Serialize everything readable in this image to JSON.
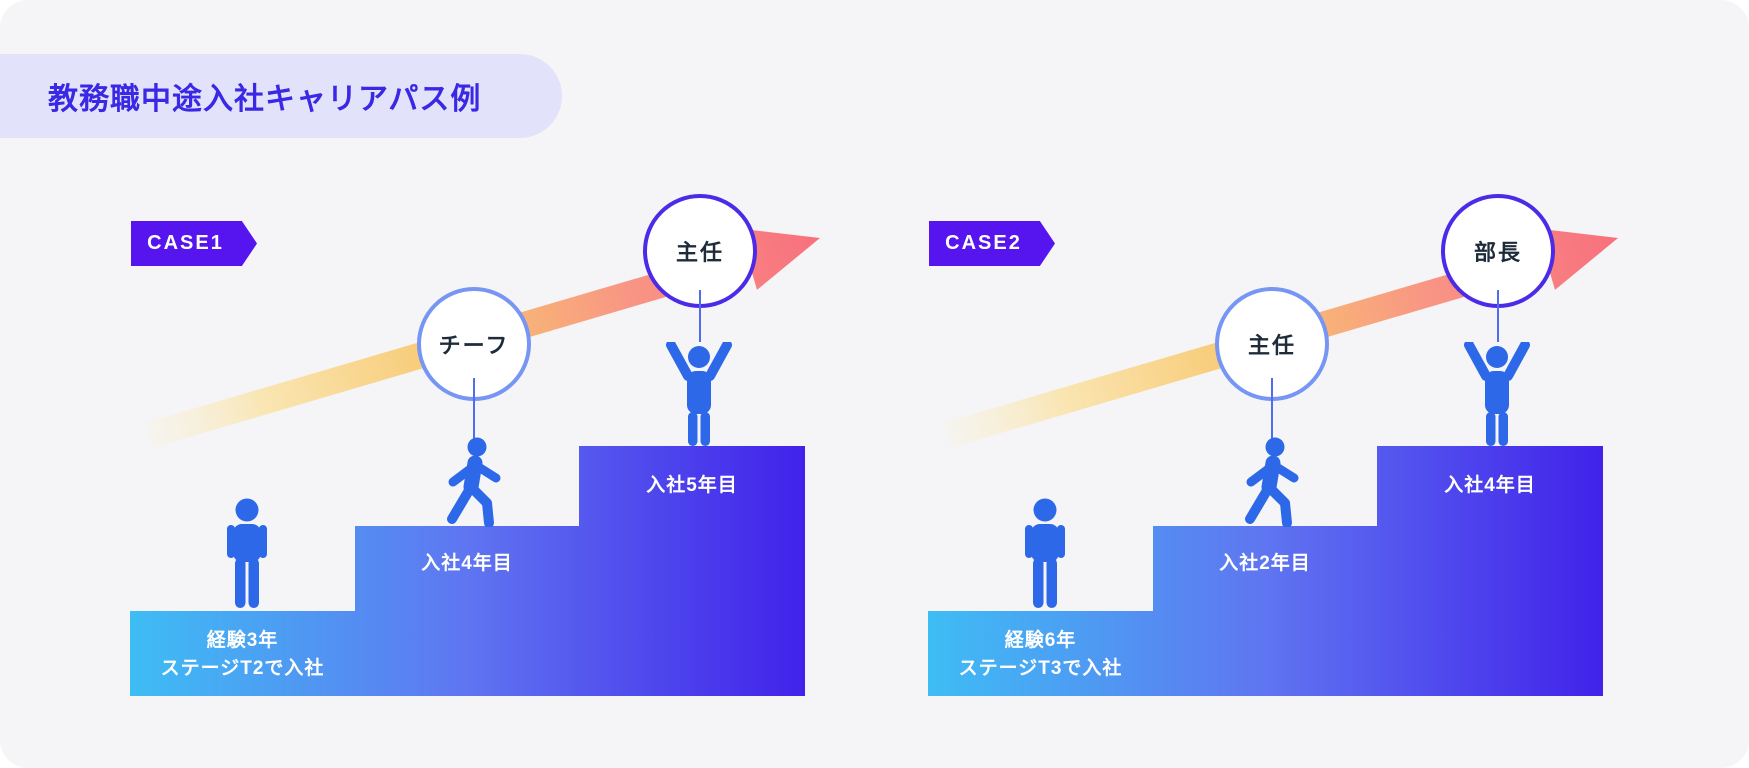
{
  "header": {
    "title": "教務職中途入社キャリアパス例"
  },
  "cases": [
    {
      "tag": "CASE1",
      "roles": [
        {
          "label": "チーフ"
        },
        {
          "label": "主任"
        }
      ],
      "steps": [
        {
          "line1": "経験3年",
          "line2": "ステージT2で入社"
        },
        {
          "line1": "入社4年目",
          "line2": ""
        },
        {
          "line1": "入社5年目",
          "line2": ""
        }
      ]
    },
    {
      "tag": "CASE2",
      "roles": [
        {
          "label": "主任"
        },
        {
          "label": "部長"
        }
      ],
      "steps": [
        {
          "line1": "経験6年",
          "line2": "ステージT3で入社"
        },
        {
          "line1": "入社2年目",
          "line2": ""
        },
        {
          "line1": "入社4年目",
          "line2": ""
        }
      ]
    }
  ],
  "colors": {
    "background": "#F5F5F7",
    "header_pill_bg": "#E2E3FB",
    "header_text": "#3A28E4",
    "case_tag_bg": "#5614EE",
    "stair_gradient_left": "#3EBDF4",
    "stair_gradient_mid": "#5F75F1",
    "stair_gradient_right": "#4122EA",
    "role_circle1_border": "#7795F3",
    "role_circle2_border": "#4B2AE8",
    "person_blue": "#2D68E8",
    "arrow_yellow": "#FAE3A8",
    "arrow_orange": "#F8C76F",
    "arrow_pink": "#F8707E",
    "step_text": "#FFFFFF"
  }
}
